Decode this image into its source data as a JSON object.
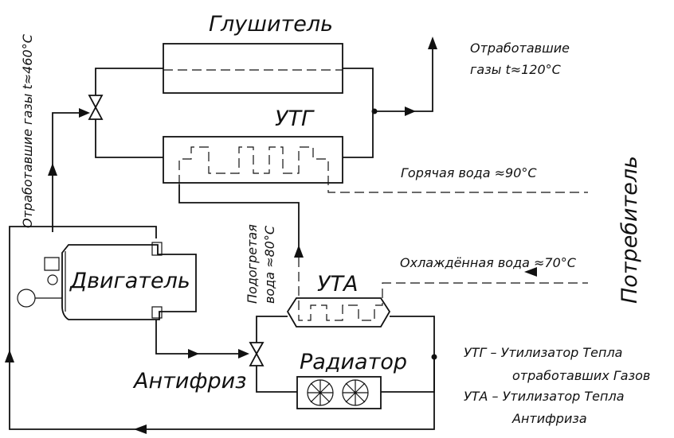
{
  "labels": {
    "muffler": "Глушитель",
    "exhaust_out": [
      "Отработавшие",
      "газы t≈120°C"
    ],
    "exhaust_in": "Отработавшие газы t≈460°C",
    "utg": "УТГ",
    "hot_water": "Горячая вода ≈90°C",
    "consumer": "Потребитель",
    "heated_water": [
      "Подогретая",
      "вода ≈80°C"
    ],
    "uta": "УТА",
    "cooled_water": "Охлаждённая вода ≈70°C",
    "engine": "Двигатель",
    "radiator": "Радиатор",
    "antifreeze": "Антифриз"
  },
  "legend": {
    "utg_line1": "УТГ – Утилизатор Тепла",
    "utg_line2": "отработавших Газов",
    "uta_line1": "УТА – Утилизатор Тепла",
    "uta_line2": "Антифриза"
  }
}
